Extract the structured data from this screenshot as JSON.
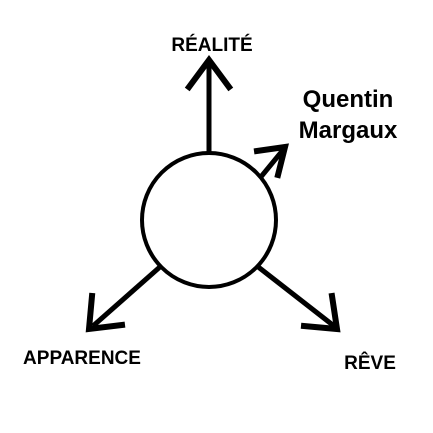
{
  "labels": {
    "top": "RÉALITÉ",
    "left": "APPARENCE",
    "right": "RÊVE",
    "name_line1": "Quentin",
    "name_line2": "Margaux"
  },
  "colors": {
    "stroke": "#000000",
    "background": "#ffffff"
  }
}
